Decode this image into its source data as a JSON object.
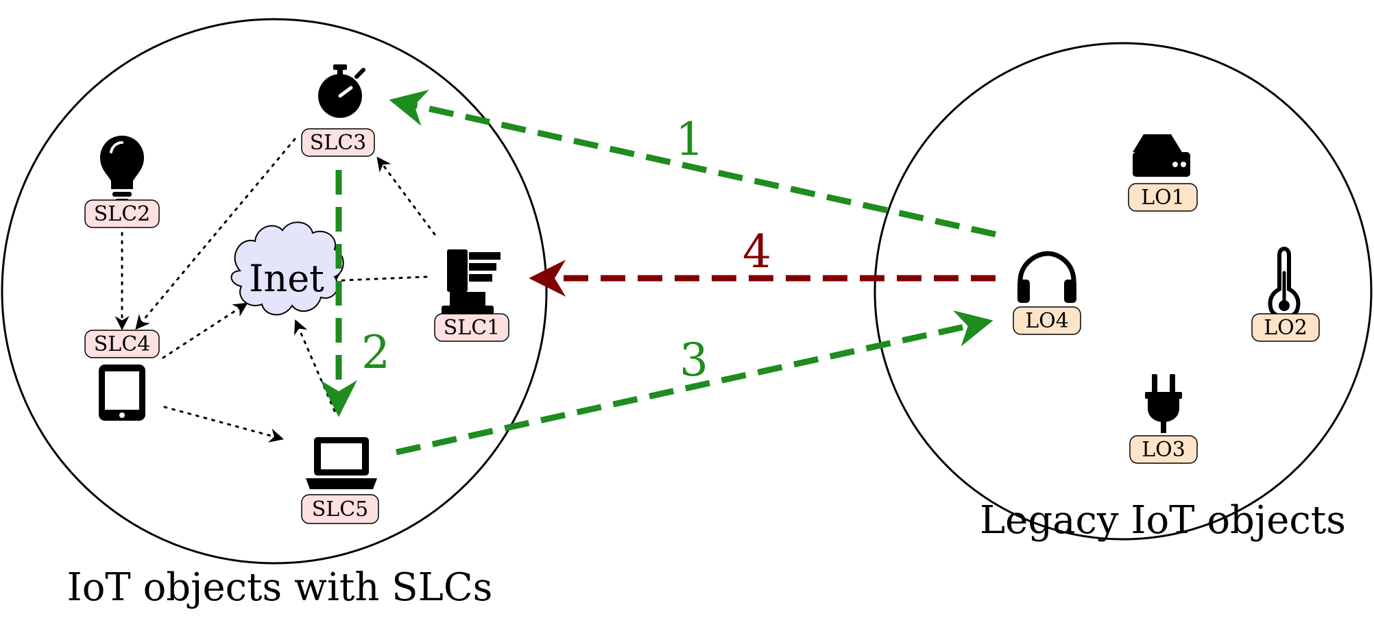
{
  "colors": {
    "green": "#1e8c1e",
    "dark_red": "#800000",
    "slc_tag_fill": "#fde0e0",
    "lo_tag_fill": "#fde4c8",
    "cloud_fill": "#e4e4fb",
    "black": "#000000"
  },
  "left_group": {
    "caption": "IoT objects with SLCs",
    "cloud_label": "Inet",
    "nodes": [
      {
        "id": "slc1",
        "tag": "SLC1",
        "icon": "desk-phone-icon"
      },
      {
        "id": "slc2",
        "tag": "SLC2",
        "icon": "lightbulb-icon"
      },
      {
        "id": "slc3",
        "tag": "SLC3",
        "icon": "stopwatch-icon"
      },
      {
        "id": "slc4",
        "tag": "SLC4",
        "icon": "tablet-icon"
      },
      {
        "id": "slc5",
        "tag": "SLC5",
        "icon": "laptop-icon"
      }
    ]
  },
  "right_group": {
    "caption": "Legacy IoT objects",
    "nodes": [
      {
        "id": "lo1",
        "tag": "LO1",
        "icon": "server-icon"
      },
      {
        "id": "lo2",
        "tag": "LO2",
        "icon": "thermometer-icon"
      },
      {
        "id": "lo3",
        "tag": "LO3",
        "icon": "plug-icon"
      },
      {
        "id": "lo4",
        "tag": "LO4",
        "icon": "headphones-icon"
      }
    ]
  },
  "steps": [
    {
      "label": "1",
      "color": "green"
    },
    {
      "label": "2",
      "color": "green"
    },
    {
      "label": "3",
      "color": "green"
    },
    {
      "label": "4",
      "color": "dark_red"
    }
  ]
}
